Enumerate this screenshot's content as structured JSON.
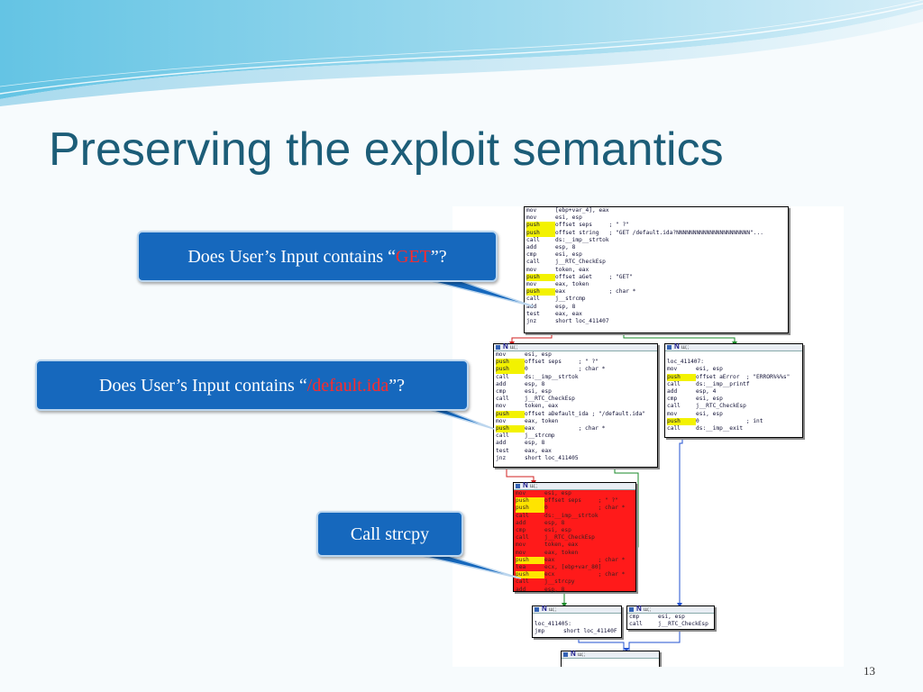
{
  "slide": {
    "title": "Preserving the exploit semantics",
    "page_number": "13",
    "colors": {
      "title": "#1c5d78",
      "callout_fill": "#1668bd",
      "highlight_text": "#ff2a2a",
      "block_red": "#ff1a1a"
    }
  },
  "callouts": [
    {
      "prefix": "Does User’s Input contains “",
      "highlight": "GET",
      "suffix": "”?"
    },
    {
      "prefix": "Does User’s Input contains “",
      "highlight": "/default.ida",
      "suffix": "”?"
    },
    {
      "prefix": "Call strcpy",
      "highlight": "",
      "suffix": ""
    }
  ],
  "graph": {
    "header_n": "N",
    "header_sep": "ш;;",
    "blocks": [
      {
        "id": "top",
        "lines": [
          [
            "mov",
            "[ebp+var_4], eax"
          ],
          [
            "mov",
            "esi, esp"
          ],
          [
            "push",
            "offset seps     ; \" ?\""
          ],
          [
            "push",
            "offset string   ; \"GET /default.ida?NNNNNNNNNNNNNNNNNNNNNN\"..."
          ],
          [
            "call",
            "ds:__imp__strtok"
          ],
          [
            "add",
            "esp, 8"
          ],
          [
            "cmp",
            "esi, esp"
          ],
          [
            "call",
            "j__RTC_CheckEsp"
          ],
          [
            "mov",
            "token, eax"
          ],
          [
            "push",
            "offset aGet     ; \"GET\""
          ],
          [
            "mov",
            "eax, token"
          ],
          [
            "push",
            "eax             ; char *"
          ],
          [
            "call",
            "j__strcmp"
          ],
          [
            "add",
            "esp, 8"
          ],
          [
            "test",
            "eax, eax"
          ],
          [
            "jnz",
            "short loc_411407"
          ]
        ]
      },
      {
        "id": "mid-left",
        "lines": [
          [
            "mov",
            "esi, esp"
          ],
          [
            "push",
            "offset seps     ; \" ?\""
          ],
          [
            "push",
            "0               ; char *"
          ],
          [
            "call",
            "ds:__imp__strtok"
          ],
          [
            "add",
            "esp, 8"
          ],
          [
            "cmp",
            "esi, esp"
          ],
          [
            "call",
            "j__RTC_CheckEsp"
          ],
          [
            "mov",
            "token, eax"
          ],
          [
            "push",
            "offset aDefault_ida ; \"/default.ida\""
          ],
          [
            "mov",
            "eax, token"
          ],
          [
            "push",
            "eax             ; char *"
          ],
          [
            "call",
            "j__strcmp"
          ],
          [
            "add",
            "esp, 8"
          ],
          [
            "test",
            "eax, eax"
          ],
          [
            "jnz",
            "short loc_411405"
          ]
        ]
      },
      {
        "id": "mid-right",
        "lines": [
          [
            "",
            ""
          ],
          [
            "loc_411407:",
            ""
          ],
          [
            "mov",
            "esi, esp"
          ],
          [
            "push",
            "offset aError  ; \"ERROR%%%s\""
          ],
          [
            "call",
            "ds:__imp__printf"
          ],
          [
            "add",
            "esp, 4"
          ],
          [
            "cmp",
            "esi, esp"
          ],
          [
            "call",
            "j__RTC_CheckEsp"
          ],
          [
            "mov",
            "esi, esp"
          ],
          [
            "push",
            "0              ; int"
          ],
          [
            "call",
            "ds:__imp__exit"
          ]
        ]
      },
      {
        "id": "red",
        "lines": [
          [
            "mov",
            "esi, esp"
          ],
          [
            "push",
            "offset seps     ; \" ?\""
          ],
          [
            "push",
            "0               ; char *"
          ],
          [
            "call",
            "ds:__imp__strtok"
          ],
          [
            "add",
            "esp, 8"
          ],
          [
            "cmp",
            "esi, esp"
          ],
          [
            "call",
            "j__RTC_CheckEsp"
          ],
          [
            "mov",
            "token, eax"
          ],
          [
            "mov",
            "eax, token"
          ],
          [
            "push",
            "eax             ; char *"
          ],
          [
            "lea",
            "ecx, [ebp+var_80]"
          ],
          [
            "push",
            "ecx             ; char *"
          ],
          [
            "call",
            "j__strcpy"
          ],
          [
            "add",
            "esp, 8"
          ]
        ]
      },
      {
        "id": "bottom-left",
        "lines": [
          [
            "",
            ""
          ],
          [
            "loc_411405:",
            ""
          ],
          [
            "jmp",
            "short loc_41140F"
          ]
        ]
      },
      {
        "id": "bottom-right",
        "lines": [
          [
            "cmp",
            "esi, esp"
          ],
          [
            "call",
            "j__RTC_CheckEsp"
          ]
        ]
      },
      {
        "id": "bottom",
        "lines": []
      }
    ]
  }
}
